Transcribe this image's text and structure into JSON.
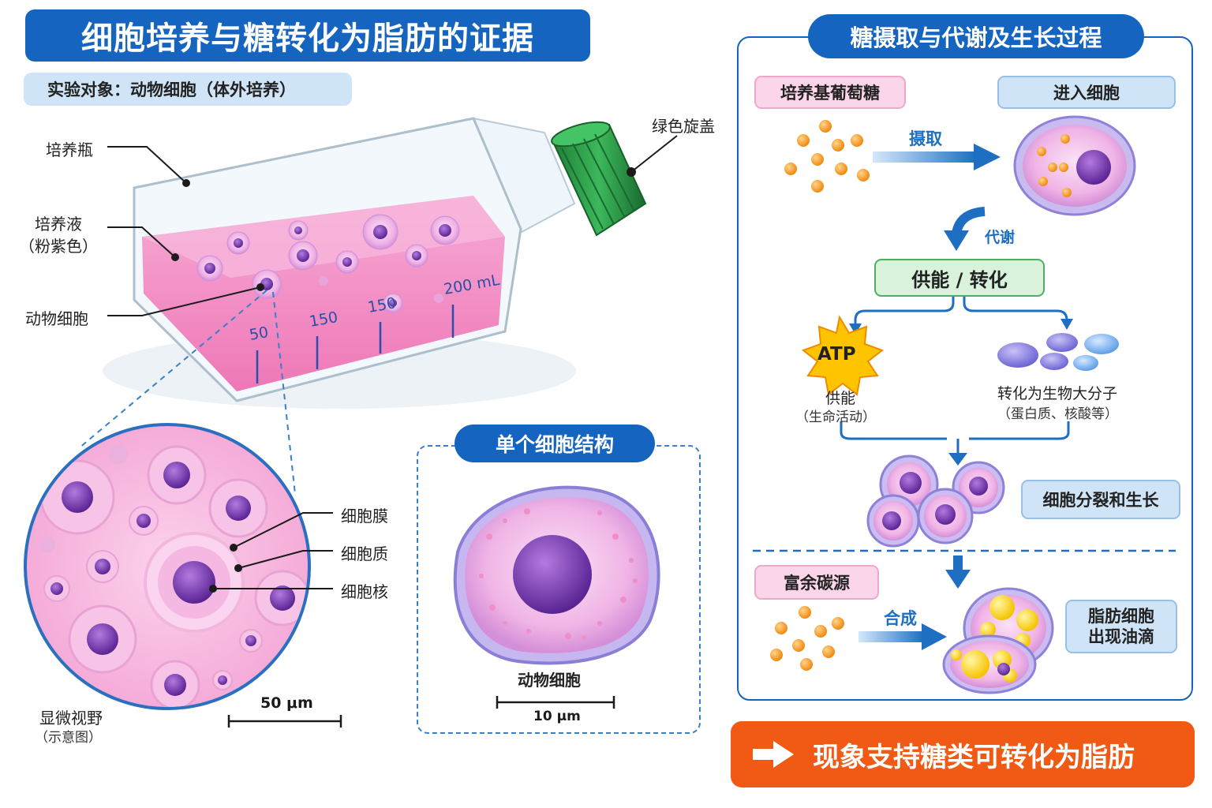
{
  "title": "细胞培养与糖转化为脂肪的证据",
  "subject": "实验对象：动物细胞（体外培养）",
  "flask": {
    "labels": {
      "bottle": "培养瓶",
      "medium": "培养液",
      "medium_note": "（粉紫色）",
      "cell": "动物细胞",
      "cap": "绿色旋盖"
    },
    "graduations": [
      "50",
      "150",
      "150",
      "200 mL"
    ]
  },
  "microscope": {
    "labels": {
      "membrane": "细胞膜",
      "cytoplasm": "细胞质",
      "nucleus": "细胞核"
    },
    "caption": "显微视野",
    "caption_note": "（示意图）",
    "scale": "50 μm"
  },
  "single_cell": {
    "title": "单个细胞结构",
    "label": "动物细胞",
    "scale": "10 μm"
  },
  "process": {
    "title": "糖摄取与代谢及生长过程",
    "medium_glucose": "培养基葡萄糖",
    "enter_cell": "进入细胞",
    "uptake": "摄取",
    "metabolism": "代谢",
    "energy_conversion": "供能 / 转化",
    "atp": "ATP",
    "energy": "供能",
    "energy_note": "（生命活动）",
    "macromolecules": "转化为生物大分子",
    "macromolecules_note": "（蛋白质、核酸等）",
    "division": "细胞分裂和生长",
    "surplus_carbon": "富余碳源",
    "synthesis": "合成",
    "fat_cell_line1": "脂肪细胞",
    "fat_cell_line2": "出现油滴"
  },
  "conclusion": "现象支持糖类可转化为脂肪",
  "colors": {
    "primary_blue": "#1565c0",
    "accent_orange": "#f05a14",
    "cap_green": "#2e9a48",
    "medium_pink": "#f06fb4",
    "cell_purple": "#7a3fb0",
    "glucose_orange": "#f5a623",
    "lipid_yellow": "#ffd000"
  }
}
